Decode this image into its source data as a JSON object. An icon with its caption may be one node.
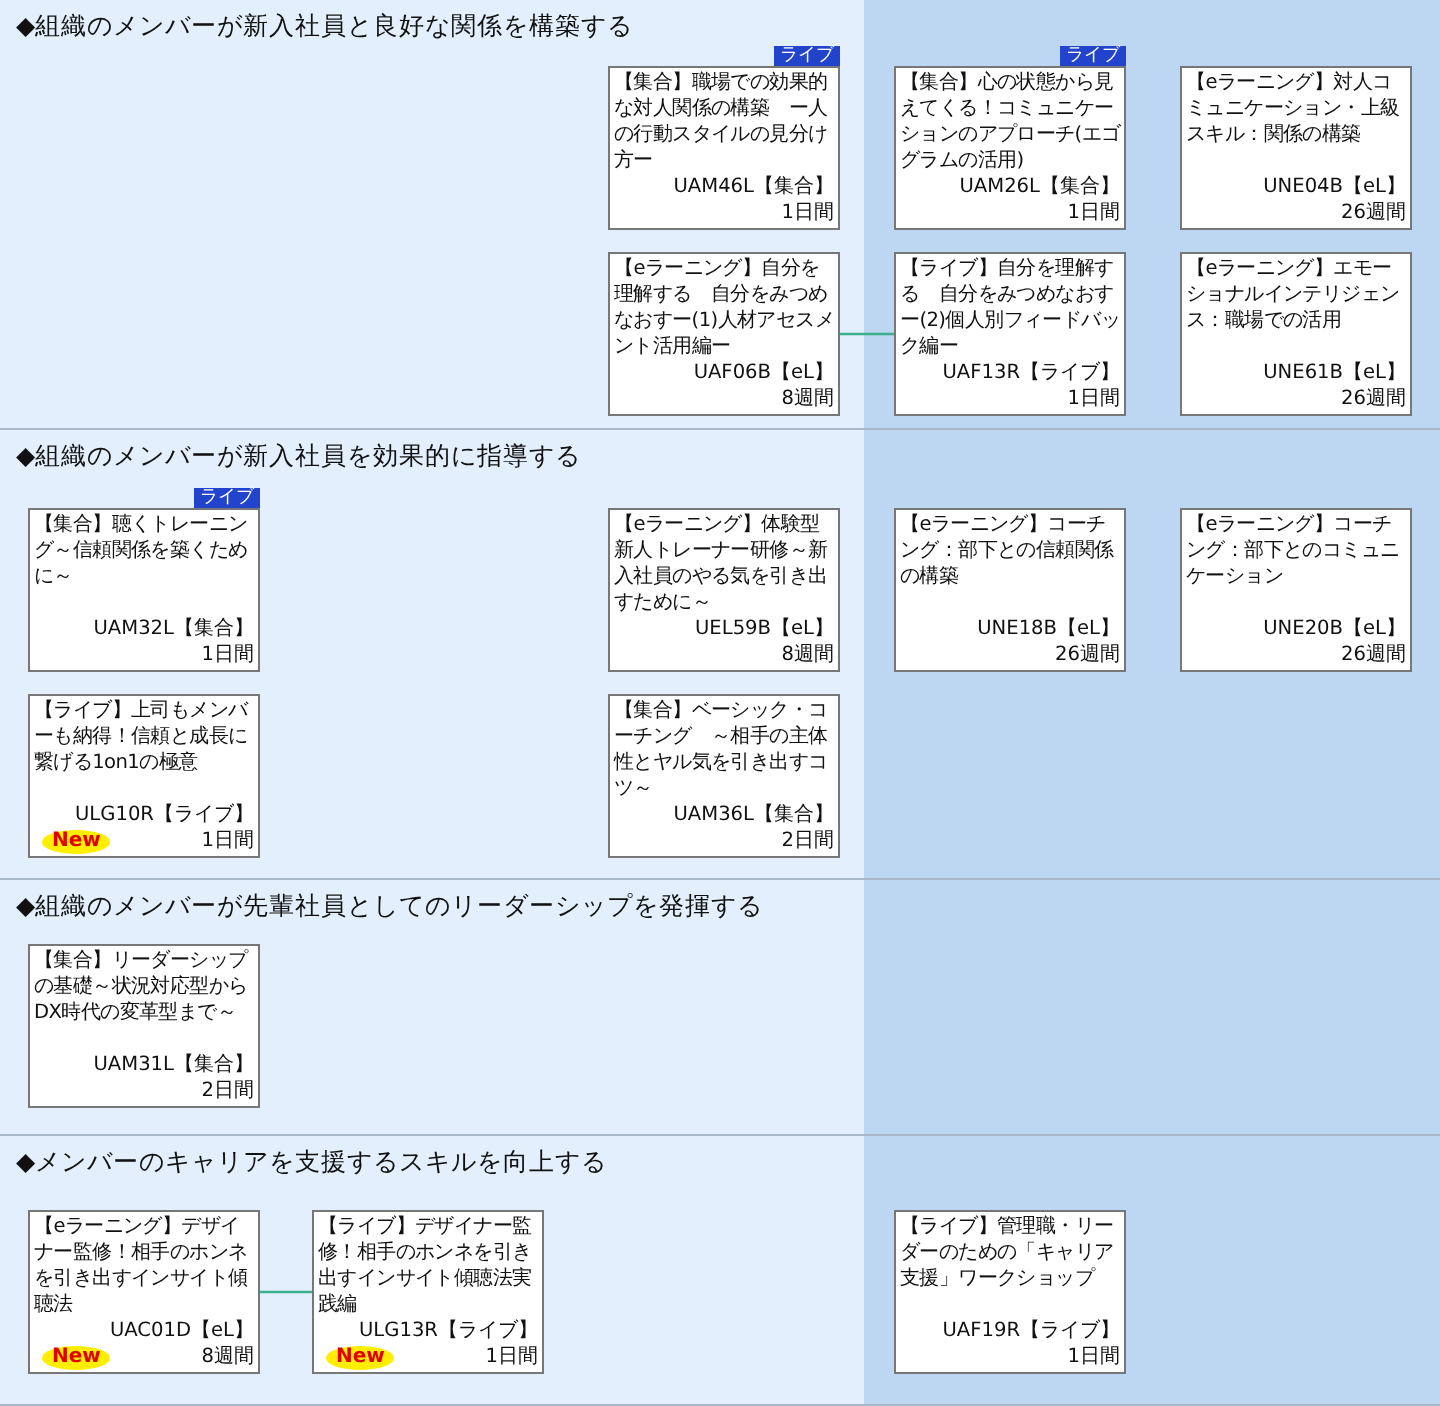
{
  "diagram": {
    "nodes": [
      {
        "text": [
          "◆組織のメンバーが新入社員と良好な関係を構築する"
        ]
      },
      {
        "text": [
          "【集合】職場での効果的な対人関係の構築　ー人の行動スタイルの見分け方ー",
          "UAM46L【集合】",
          "1日間"
        ],
        "in": 0,
        "beside": [
          "ライブ"
        ]
      },
      {
        "text": [
          "【集合】心の状態から見えてくる！コミュニケーションのアプローチ(エゴグラムの活用)",
          "UAM26L【集合】",
          "1日間"
        ],
        "in": 0,
        "beside": [
          "ライブ"
        ]
      },
      {
        "text": [
          "【eラーニング】対人コミュニケーション・上級スキル：関係の構築",
          "UNE04B【eL】",
          "26週間"
        ],
        "in": 0
      },
      {
        "text": [
          "【eラーニング】自分を理解する　自分をみつめなおすー(1)人材アセスメント活用編ー",
          "UAF06B【eL】",
          "8週間"
        ],
        "in": 0
      },
      {
        "text": [
          "【ライブ】自分を理解する　自分をみつめなおすー(2)個人別フィードバック編ー",
          "UAF13R【ライブ】",
          "1日間"
        ],
        "in": 0
      },
      {
        "text": [
          "【eラーニング】エモーショナルインテリジェンス：職場での活用",
          "UNE61B【eL】",
          "26週間"
        ],
        "in": 0
      },
      {
        "text": [
          "◆組織のメンバーが新入社員を効果的に指導する"
        ]
      },
      {
        "text": [
          "【集合】聴くトレーニング～信頼関係を築くために～",
          "UAM32L【集合】",
          "1日間"
        ],
        "in": 7,
        "beside": [
          "ライブ"
        ]
      },
      {
        "text": [
          "【eラーニング】体験型新人トレーナー研修～新入社員のやる気を引き出すために～",
          "UEL59B【eL】",
          "8週間"
        ],
        "in": 7
      },
      {
        "text": [
          "【eラーニング】コーチング：部下との信頼関係の構築",
          "UNE18B【eL】",
          "26週間"
        ],
        "in": 7
      },
      {
        "text": [
          "【eラーニング】コーチング：部下とのコミュニケーション",
          "UNE20B【eL】",
          "26週間"
        ],
        "in": 7
      },
      {
        "text": [
          "【ライブ】上司もメンバーも納得！信頼と成長に繋げる1on1の極意",
          "ULG10R【ライブ】",
          "1日間",
          "New"
        ],
        "in": 7
      },
      {
        "text": [
          "【集合】ベーシック・コーチング　～相手の主体性とヤル気を引き出すコツ～",
          "UAM36L【集合】",
          "2日間"
        ],
        "in": 7
      },
      {
        "text": [
          "◆組織のメンバーが先輩社員としてのリーダーシップを発揮する"
        ]
      },
      {
        "text": [
          "【集合】リーダーシップの基礎～状況対応型からDX時代の変革型まで～",
          "UAM31L【集合】",
          "2日間"
        ],
        "in": 14
      },
      {
        "text": [
          "◆メンバーのキャリアを支援するスキルを向上する"
        ]
      },
      {
        "text": [
          "【eラーニング】デザイナー監修！相手のホンネを引き出すインサイト傾聴法",
          "UAC01D【eL】",
          "8週間",
          "New"
        ],
        "in": 16
      },
      {
        "text": [
          "【ライブ】デザイナー監修！相手のホンネを引き出すインサイト傾聴法実践編",
          "ULG13R【ライブ】",
          "1日間",
          "New"
        ],
        "in": 16
      },
      {
        "text": [
          "【ライブ】管理職・リーダーのための「キャリア支援」ワークショップ",
          "UAF19R【ライブ】",
          "1日間"
        ],
        "in": 16
      }
    ],
    "edges": [
      {
        "from": 4,
        "to": 5,
        "arrow": "none"
      },
      {
        "from": 17,
        "to": 18,
        "arrow": "none"
      }
    ]
  }
}
